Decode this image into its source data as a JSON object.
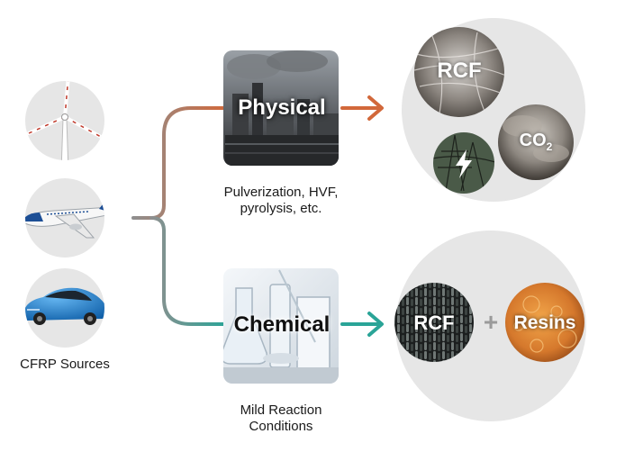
{
  "sources": {
    "label": "CFRP Sources",
    "icons": [
      "wind-turbine-icon",
      "airplane-icon",
      "car-icon"
    ]
  },
  "physical": {
    "title": "Physical",
    "caption_line1": "Pulverization, HVF,",
    "caption_line2": "pyrolysis, etc.",
    "outputs": {
      "rcf": "RCF",
      "co2_main": "CO",
      "co2_sub": "2"
    }
  },
  "chemical": {
    "title": "Chemical",
    "caption_line1": "Mild Reaction",
    "caption_line2": "Conditions",
    "outputs": {
      "rcf": "RCF",
      "plus": "+",
      "resins": "Resins"
    }
  },
  "colors": {
    "physical_arrow": "#d2683a",
    "chemical_arrow": "#2aa497",
    "bracket": "#8a8a8a",
    "circle_bg": "#e6e6e6"
  }
}
